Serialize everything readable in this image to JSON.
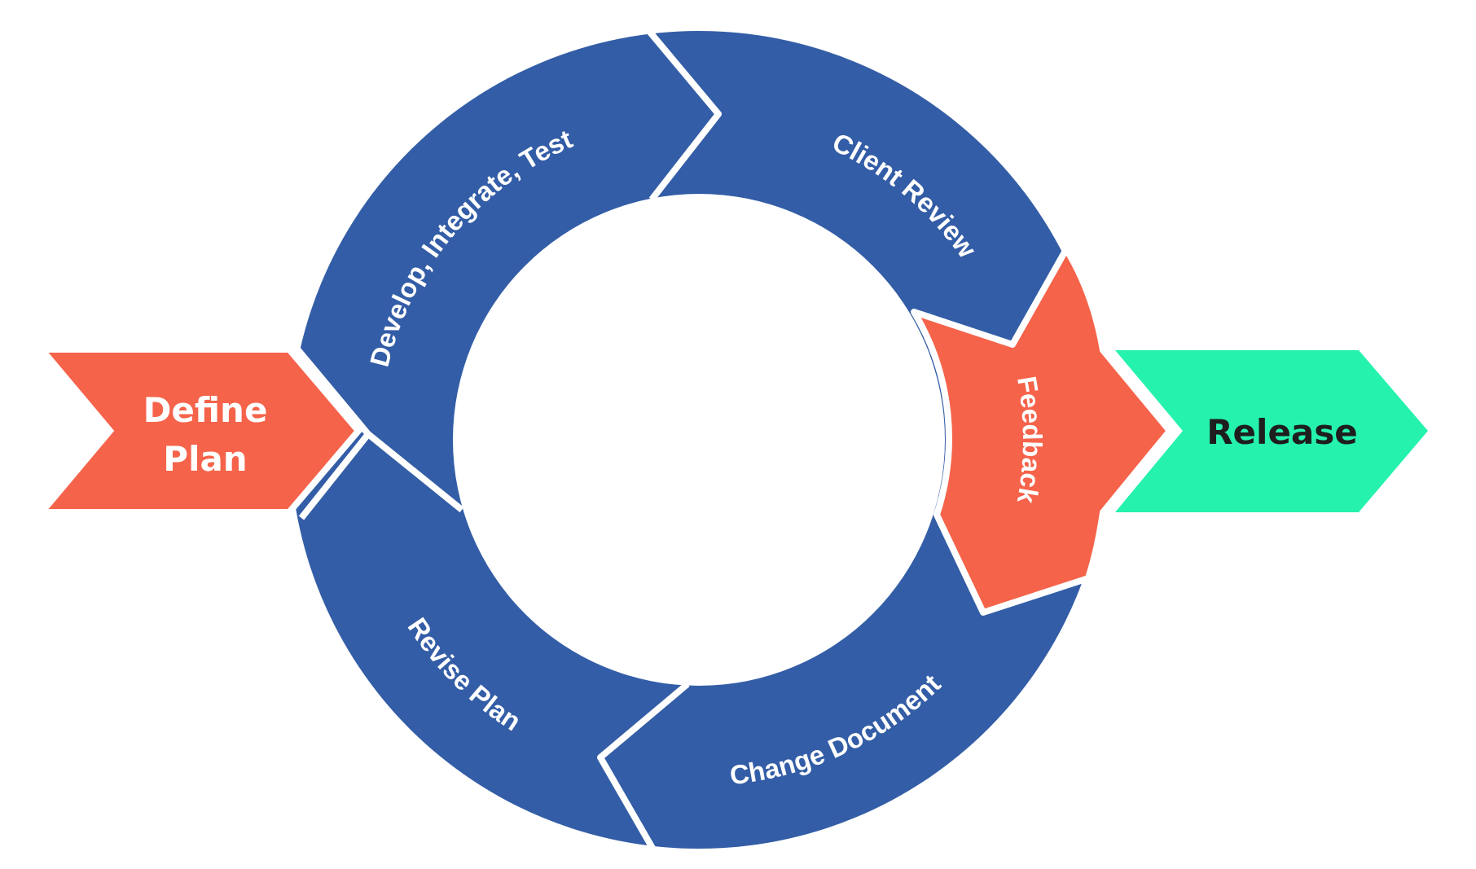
{
  "diagram": {
    "title": "Iterative development cycle",
    "colors": {
      "cycle": "#335DA6",
      "accent": "#F5634A",
      "release": "#25F2AC",
      "light_text": "#FFFFFF",
      "dark_text": "#1E1E1E"
    },
    "start": {
      "label_line1": "Define",
      "label_line2": "Plan"
    },
    "end": {
      "label": "Release"
    },
    "cycle_steps": [
      {
        "label": "Develop, Integrate, Test"
      },
      {
        "label": "Client Review"
      },
      {
        "label": "Feedback"
      },
      {
        "label": "Change Document"
      },
      {
        "label": "Revise Plan"
      }
    ]
  }
}
